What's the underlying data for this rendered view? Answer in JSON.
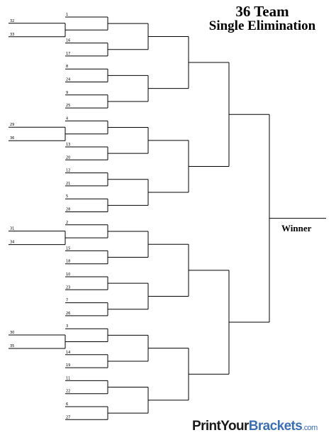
{
  "title": {
    "line1": "36 Team",
    "line2": "Single Elimination"
  },
  "winner_label": "Winner",
  "brand": {
    "part1": "PrintYour",
    "part2": "Brackets",
    "part3": ".com"
  },
  "seeds": {
    "play_in": [
      [
        "32",
        "33"
      ],
      [
        "29",
        "36"
      ],
      [
        "31",
        "34"
      ],
      [
        "30",
        "35"
      ]
    ],
    "first_round": [
      "1",
      "",
      "16",
      "17",
      "8",
      "24",
      "9",
      "25",
      "4",
      "",
      "13",
      "20",
      "12",
      "21",
      "5",
      "28",
      "2",
      "",
      "15",
      "18",
      "10",
      "23",
      "7",
      "26",
      "3",
      "",
      "14",
      "19",
      "11",
      "22",
      "6",
      "27"
    ]
  },
  "colors": {
    "lines": "#000000",
    "brand_dark": "#1a1a1a",
    "brand_blue": "#3c6fb0"
  }
}
